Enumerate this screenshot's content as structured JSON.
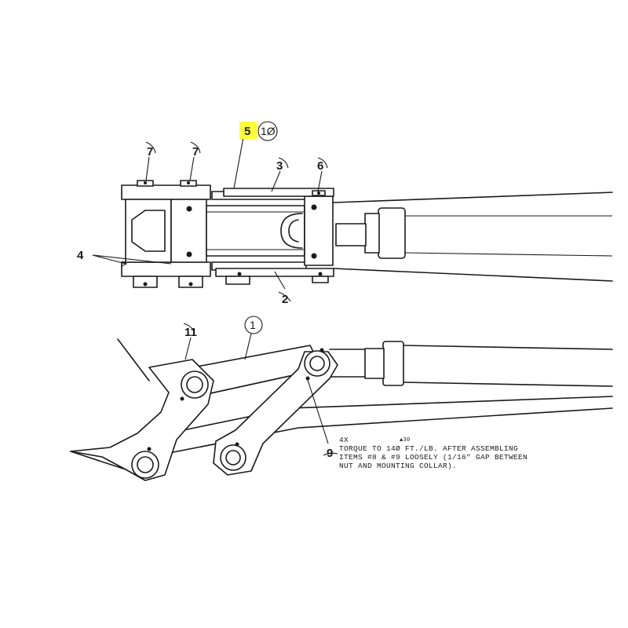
{
  "callouts": {
    "c1": "1",
    "c2": "2",
    "c3": "3",
    "c4": "4",
    "c5": "5",
    "c6": "6",
    "c7a": "7",
    "c7b": "7",
    "c9": "9",
    "c10": "1Ø",
    "c11": "11"
  },
  "note": {
    "qty": "4X",
    "superscript": "▲30",
    "line1": "TORQUE TO 14Ø FT./LB. AFTER ASSEMBLING",
    "line2": "ITEMS #8 & #9 LOOSELY (1/16\" GAP BETWEEN",
    "line3": "NUT AND MOUNTING COLLAR)."
  },
  "colors": {
    "highlight": "#ffff33",
    "ink": "#1a1a1a"
  }
}
